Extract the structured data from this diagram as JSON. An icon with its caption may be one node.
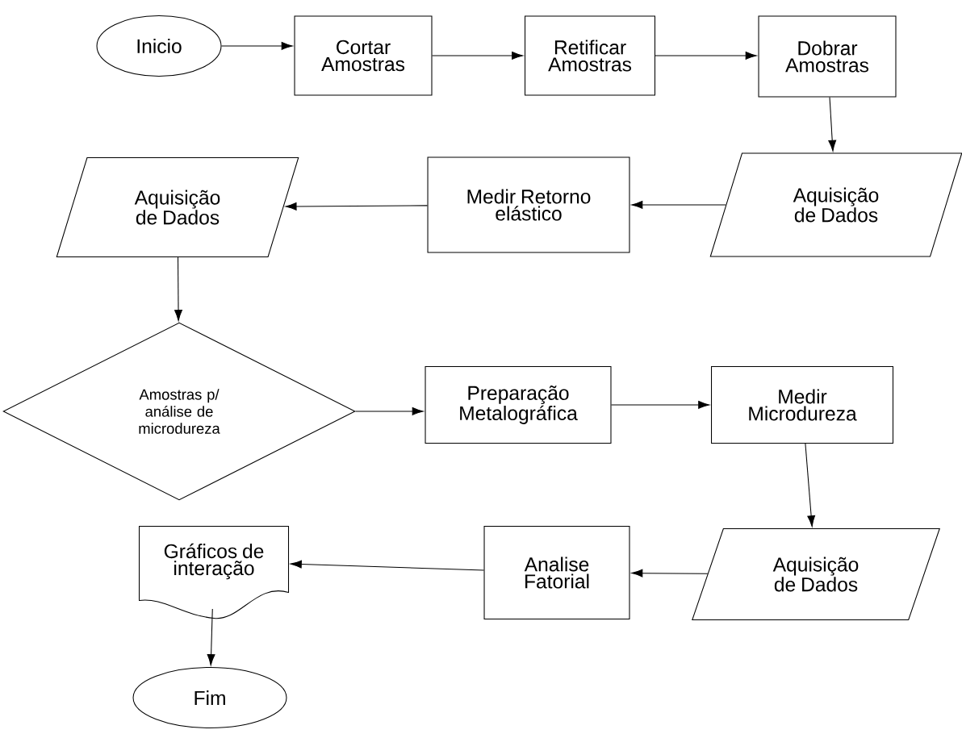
{
  "diagram": {
    "nodes": [
      {
        "text": [
          "Inicio"
        ]
      },
      {
        "text": [
          "Cortar Amostras"
        ]
      },
      {
        "text": [
          "Retificar Amostras"
        ]
      },
      {
        "text": [
          "Dobrar Amostras"
        ]
      },
      {
        "text": [
          "Aquisição de Dados"
        ]
      },
      {
        "text": [
          "Medir Retorno elástico"
        ]
      },
      {
        "text": [
          "Aquisição de Dados"
        ]
      },
      {
        "text": [
          "Amostras p/ análise de microdureza"
        ]
      },
      {
        "text": [
          "Preparação Metalográfica"
        ]
      },
      {
        "text": [
          "Medir Microdureza"
        ]
      },
      {
        "text": [
          "Aquisição de Dados"
        ]
      },
      {
        "text": [
          "Analise Fatorial"
        ]
      },
      {
        "text": [
          "Gráficos de interação"
        ]
      },
      {
        "text": [
          "Fim"
        ]
      }
    ],
    "edges": [
      {
        "from": 0,
        "to": 1,
        "arrow": "to"
      },
      {
        "from": 1,
        "to": 2,
        "arrow": "to"
      },
      {
        "from": 2,
        "to": 3,
        "arrow": "to"
      },
      {
        "from": 3,
        "to": 4,
        "arrow": "to"
      },
      {
        "from": 4,
        "to": 5,
        "arrow": "to"
      },
      {
        "from": 5,
        "to": 6,
        "arrow": "to"
      },
      {
        "from": 6,
        "to": 7,
        "arrow": "to"
      },
      {
        "from": 7,
        "to": 8,
        "arrow": "to"
      },
      {
        "from": 8,
        "to": 9,
        "arrow": "to"
      },
      {
        "from": 9,
        "to": 10,
        "arrow": "to"
      },
      {
        "from": 10,
        "to": 11,
        "arrow": "to"
      },
      {
        "from": 11,
        "to": 12,
        "arrow": "to"
      },
      {
        "from": 12,
        "to": 13,
        "arrow": "to"
      }
    ]
  }
}
